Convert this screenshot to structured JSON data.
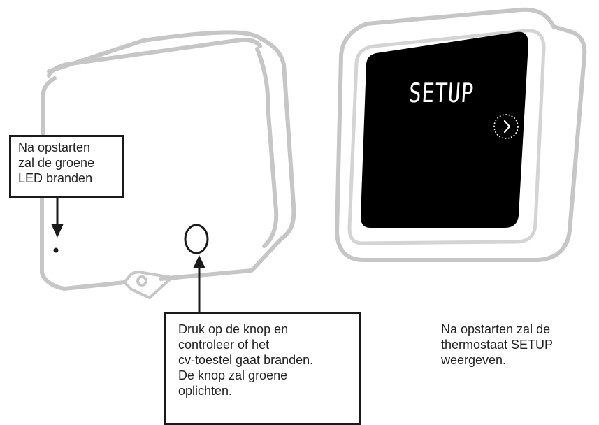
{
  "callout_led": {
    "lines": [
      "Na opstarten",
      "zal de groene",
      "LED branden"
    ]
  },
  "callout_button": {
    "lines": [
      "Druk op de knop en",
      "controleer of het",
      "cv-toestel gaat branden.",
      "De knop zal groene",
      "oplichten."
    ]
  },
  "thermostat": {
    "display_text": "SETUP",
    "next_icon": "chevron-right-icon"
  },
  "caption_setup": {
    "lines": [
      "Na opstarten zal de",
      "thermostaat SETUP",
      "weergeven."
    ]
  },
  "colors": {
    "device_outline": "#c8c8c8",
    "screen": "#000000",
    "screen_text": "#ffffff",
    "callout_border": "#1a1a1a",
    "text": "#222222"
  }
}
